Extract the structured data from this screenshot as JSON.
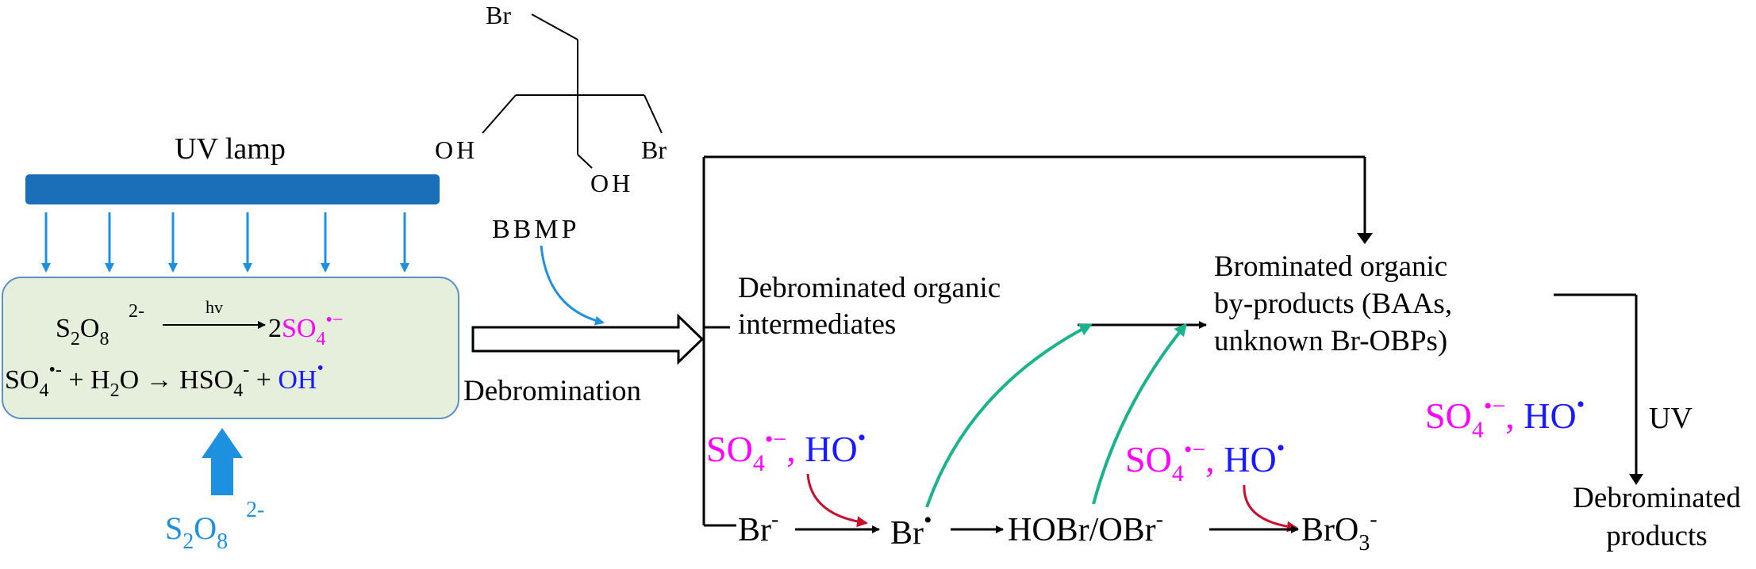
{
  "colors": {
    "black": "#000000",
    "magenta": "#ff00ff",
    "blue": "#1a1aff",
    "light_blue": "#1e90e0",
    "lamp_blue": "#1a6fb8",
    "box_fill": "#e6efdc",
    "box_stroke": "#5b8fc7",
    "green_arrow": "#1ab48c",
    "red_arrow": "#c8102e"
  },
  "lamp": {
    "label": "UV lamp"
  },
  "bbmp": {
    "label": "BBMP",
    "br_top": "Br",
    "br_right": "Br",
    "oh_left": "OH",
    "oh_bottom": "OH"
  },
  "reactor": {
    "eq1": {
      "s": "S",
      "s_sub": "2",
      "o": "O",
      "o_sub": "8",
      "charge": "2-",
      "catalyst": "hv",
      "coef": "2",
      "product": "SO",
      "product_sub": "4",
      "product_sup": "•−"
    },
    "eq2": {
      "so": "SO",
      "so_sub": "4",
      "so_sup": "•-",
      "mid": " + H",
      "h_sub": "2",
      "o_text": "O → HSO",
      "hso_sub": "4",
      "hso_sup": "-",
      "plus": " + ",
      "oh": "OH",
      "oh_sup": "•"
    }
  },
  "feed": {
    "s": "S",
    "s_sub": "2",
    "o": "O",
    "o_sub": "8",
    "charge": "2-"
  },
  "process": {
    "debromination": "Debromination",
    "debrominated_intermediates": [
      "Debrominated organic",
      "intermediates"
    ],
    "brominated_byproducts": [
      "Brominated organic",
      "by-products (BAAs,",
      "unknown Br-OBPs)"
    ],
    "debrominated_products": [
      "Debrominated",
      "products"
    ],
    "uv": "UV"
  },
  "radicals": {
    "so": "SO",
    "so_sub": "4",
    "so_sup": "•−",
    "comma": ", ",
    "ho": "HO",
    "ho_sup": "•"
  },
  "chain": {
    "br_ion": "Br",
    "br_ion_sup": "-",
    "br_rad": "Br",
    "br_rad_sup": "•",
    "hobr": "HOBr/OBr",
    "hobr_sup": "-",
    "bro3": "BrO",
    "bro3_sub": "3",
    "bro3_sup": "-"
  }
}
